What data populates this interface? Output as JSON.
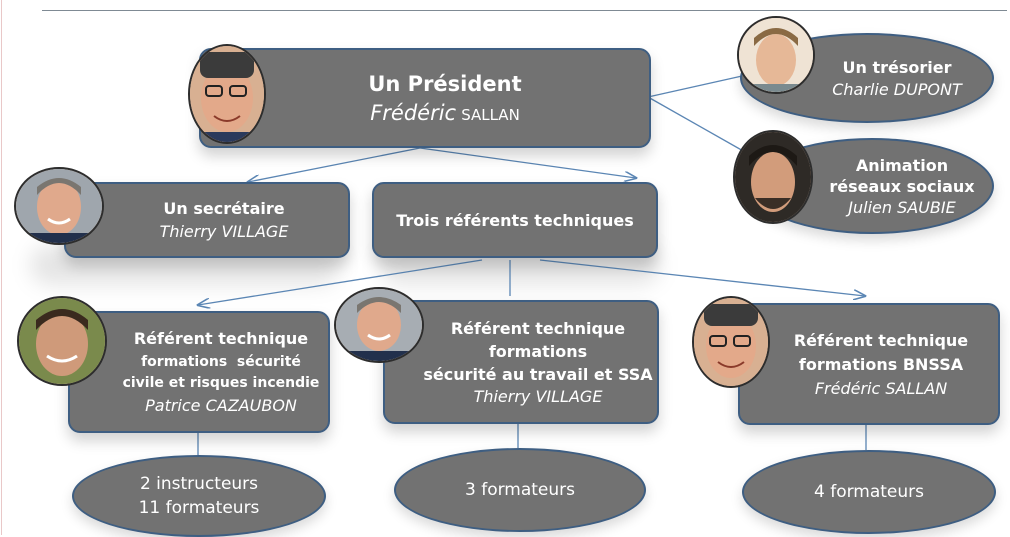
{
  "president": {
    "role": "Un Président",
    "first_name": "Frédéric",
    "last_name": "SALLAN"
  },
  "tresorier": {
    "role": "Un trésorier",
    "name": "Charlie DUPONT"
  },
  "animation": {
    "role_line1": "Animation",
    "role_line2": "réseaux sociaux",
    "name": "Julien SAUBIE"
  },
  "secretaire": {
    "role": "Un secrétaire",
    "name": "Thierry VILLAGE"
  },
  "referents": {
    "label": "Trois référents techniques"
  },
  "ref1": {
    "line1": "Référent technique",
    "line2": "formations  sécurité",
    "line3": "civile et risques incendie",
    "name": "Patrice CAZAUBON"
  },
  "ref2": {
    "line1": "Référent technique",
    "line2": "formations",
    "line3": "sécurité au travail et SSA",
    "name": "Thierry VILLAGE"
  },
  "ref3": {
    "line1": "Référent technique",
    "line2": "formations BNSSA",
    "name": "Frédéric SALLAN"
  },
  "team1": {
    "line1": "2 instructeurs",
    "line2": "11 formateurs"
  },
  "team2": {
    "line1": "3 formateurs"
  },
  "team3": {
    "line1": "4 formateurs"
  },
  "colors": {
    "box_fill": "#727272",
    "box_border": "#3e5e82",
    "connector": "#5b86b4",
    "text": "#ffffff"
  },
  "icons": [
    "person-photo"
  ]
}
